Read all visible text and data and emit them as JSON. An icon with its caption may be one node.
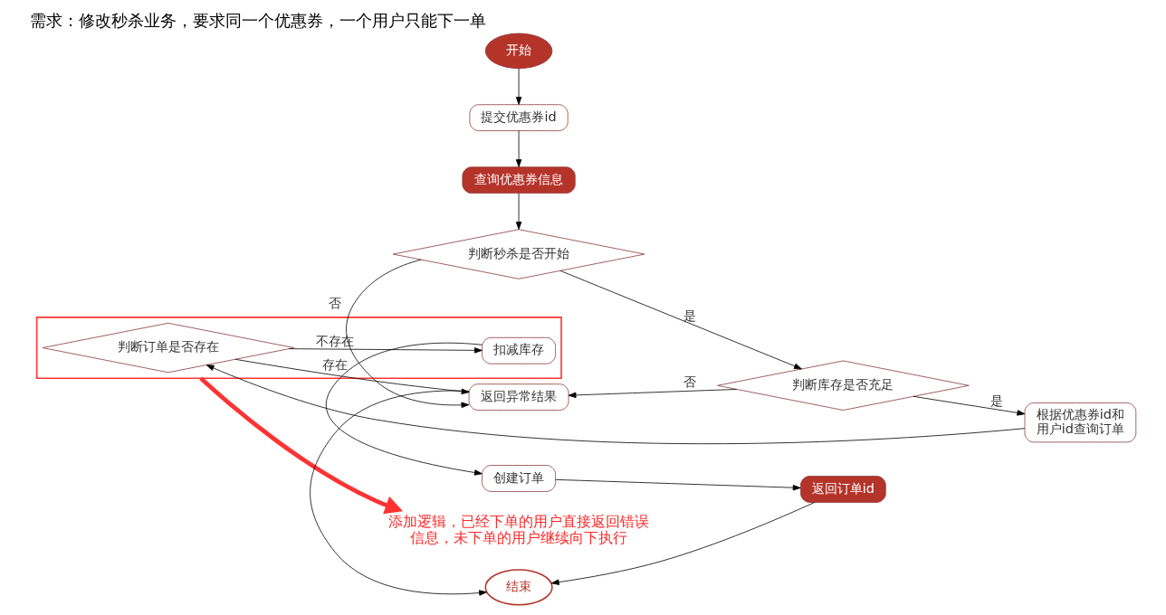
{
  "diagram": {
    "title": "需求：修改秒杀业务，要求同一个优惠券，一个用户只能下一单",
    "nodes": [
      {
        "text": [
          "开始"
        ]
      },
      {
        "text": [
          "提交优惠券id"
        ]
      },
      {
        "text": [
          "查询优惠券信息"
        ]
      },
      {
        "text": [
          "判断秒杀是否开始"
        ]
      },
      {
        "text": [
          "判断库存是否充足"
        ]
      },
      {
        "text": [
          "根据优惠券id和用户id查询订单"
        ]
      },
      {
        "text": [],
        "shape": "box"
      },
      {
        "text": [
          "判断订单是否存在"
        ],
        "in": 6
      },
      {
        "text": [
          "扣减库存"
        ],
        "in": 6
      },
      {
        "text": [
          "创建订单"
        ]
      },
      {
        "text": [
          "返回订单id"
        ]
      },
      {
        "text": [
          "返回异常结果"
        ]
      },
      {
        "text": [
          "结束"
        ]
      },
      {
        "text": [
          "添加逻辑，已经下单的用户直接返回错误信息，未下单的用户继续向下执行"
        ]
      }
    ],
    "edges": [
      {
        "from": 0,
        "to": 1,
        "arrow": "to"
      },
      {
        "from": 1,
        "to": 2,
        "arrow": "to"
      },
      {
        "from": 2,
        "to": 3,
        "arrow": "to"
      },
      {
        "from": 3,
        "to": 4,
        "arrow": "to",
        "label": "是"
      },
      {
        "from": 3,
        "to": 11,
        "arrow": "to",
        "label": "否"
      },
      {
        "from": 4,
        "to": 5,
        "arrow": "to",
        "label": "是"
      },
      {
        "from": 4,
        "to": 11,
        "arrow": "to",
        "label": "否"
      },
      {
        "from": 5,
        "to": 7,
        "arrow": "to"
      },
      {
        "from": 7,
        "to": 8,
        "arrow": "to",
        "label": "不存在"
      },
      {
        "from": 7,
        "to": 11,
        "arrow": "to",
        "label": "存在"
      },
      {
        "from": 8,
        "to": 9,
        "arrow": "to"
      },
      {
        "from": 9,
        "to": 10,
        "arrow": "to"
      },
      {
        "from": 10,
        "to": 12,
        "arrow": "to"
      },
      {
        "from": 11,
        "to": 12,
        "arrow": "to"
      },
      {
        "from": 6,
        "to": 13,
        "arrow": "to",
        "style": "thick",
        "color": "#ff3333"
      }
    ]
  }
}
